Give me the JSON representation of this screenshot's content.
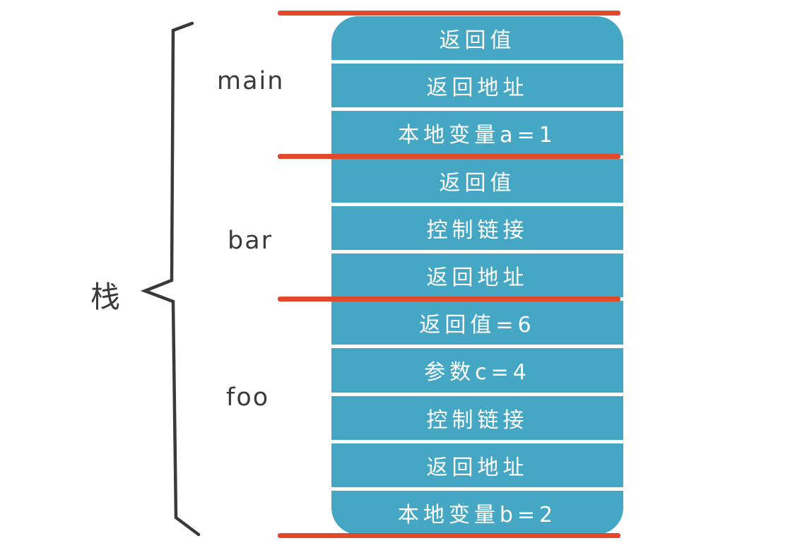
{
  "diagram": {
    "brace_label": "栈",
    "frames": [
      {
        "name": "main",
        "cells": [
          "返回值",
          "返回地址",
          "本地变量a=1"
        ]
      },
      {
        "name": "bar",
        "cells": [
          "返回值",
          "控制链接",
          "返回地址"
        ]
      },
      {
        "name": "foo",
        "cells": [
          "返回值=6",
          "参数c=4",
          "控制链接",
          "返回地址",
          "本地变量b=2"
        ]
      }
    ],
    "colors": {
      "cell_fill": "#45A7C4",
      "divider_line": "#E2492B",
      "cell_text": "#FFFFFF",
      "label_text": "#3A3A3A"
    }
  }
}
